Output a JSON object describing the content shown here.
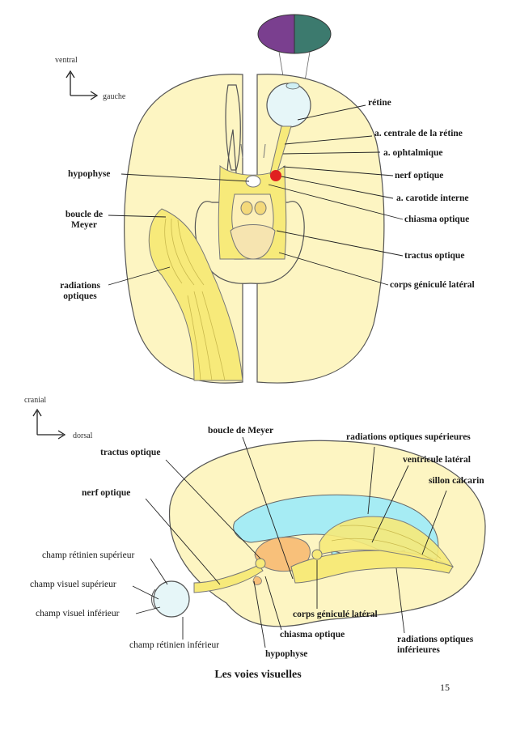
{
  "axes": {
    "top": {
      "vertical": "ventral",
      "horizontal": "gauche"
    },
    "bottom": {
      "vertical": "cranial",
      "horizontal": "dorsal"
    }
  },
  "top_view": {
    "retine": "rétine",
    "arteria_centrale": "a. centrale de la rétine",
    "arteria_ophtalmique": "a. ophtalmique",
    "nerf_optique": "nerf optique",
    "carotide": "a. carotide interne",
    "chiasma": "chiasma optique",
    "tractus": "tractus optique",
    "corps_genicule": "corps géniculé latéral",
    "hypophyse": "hypophyse",
    "boucle_meyer": [
      "boucle de",
      "Meyer"
    ],
    "radiations": [
      "radiations",
      "optiques"
    ]
  },
  "side_view": {
    "boucle_meyer": "boucle de Meyer",
    "radiations_sup": "radiations optiques supérieures",
    "tractus": "tractus optique",
    "ventricule": "ventricule latéral",
    "sillon": "sillon calcarin",
    "nerf_optique": "nerf optique",
    "champ_retinien_sup": "champ rétinien supérieur",
    "champ_visuel_sup": "champ visuel supérieur",
    "champ_visuel_inf": "champ visuel inférieur",
    "champ_retinien_inf": "champ rétinien inférieur",
    "corps_genicule": "corps géniculé latéral",
    "chiasma": "chiasma optique",
    "hypophyse": "hypophyse",
    "radiations_inf": [
      "radiations optiques",
      "inférieures"
    ]
  },
  "caption": "Les voies visuelles",
  "page_number": "15",
  "colors": {
    "brain": "#fdf5c2",
    "yellow": "#f7ea7a",
    "cyan": "#a6ecf4",
    "orange": "#f8c07a",
    "purple": "#7a3f8f",
    "teal": "#3c7a6e",
    "red": "#e02020",
    "outline": "#555555"
  }
}
